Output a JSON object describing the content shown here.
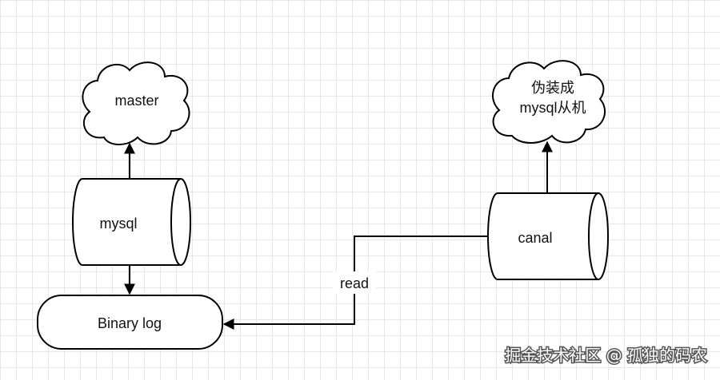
{
  "nodes": {
    "master": "master",
    "mysql": "mysql",
    "binary_log": "Binary log",
    "canal": "canal",
    "fake_slave": [
      "伪装成",
      "mysql从机"
    ]
  },
  "edges": {
    "read": "read"
  },
  "watermark": "掘金技术社区 @ 孤独的码农"
}
